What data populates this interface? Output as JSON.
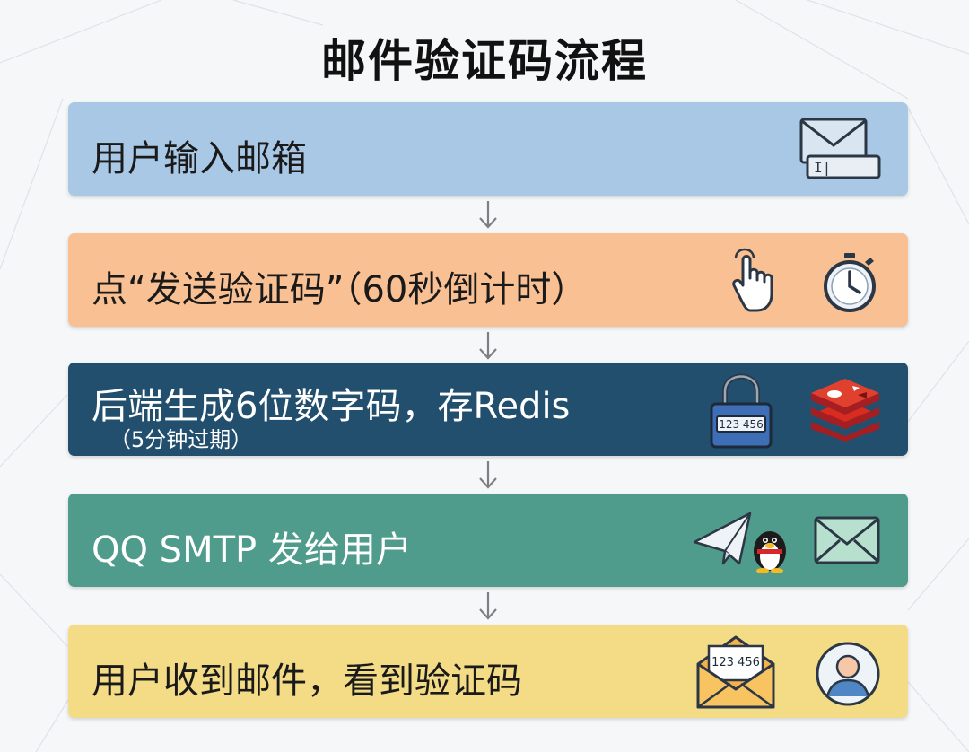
{
  "title": "邮件验证码流程",
  "steps": [
    {
      "label": "用户输入邮箱",
      "color": "#a9c8e6",
      "text_color": "#1a1a1a",
      "icons": [
        "email-input-icon"
      ]
    },
    {
      "label": "点“发送验证码”（60秒倒计时）",
      "color": "#f9c193",
      "text_color": "#1a1a1a",
      "icons": [
        "tap-hand-icon",
        "stopwatch-icon"
      ]
    },
    {
      "label": "后端生成6位数字码，存Redis",
      "sublabel": "（5分钟过期）",
      "color": "#234f6e",
      "text_color": "#ffffff",
      "icons": [
        "padlock-code-icon",
        "redis-icon"
      ]
    },
    {
      "label": "QQ SMTP 发给用户",
      "color": "#4f9c8d",
      "text_color": "#ffffff",
      "icons": [
        "paper-plane-penguin-icon",
        "envelope-icon"
      ]
    },
    {
      "label": "用户收到邮件，看到验证码",
      "color": "#f4dc86",
      "text_color": "#1a1a1a",
      "icons": [
        "open-envelope-code-icon",
        "user-avatar-icon"
      ]
    }
  ],
  "icon_texts": {
    "lock_code": "123 456",
    "letter_code": "123 456",
    "cursor_text": "I|"
  }
}
